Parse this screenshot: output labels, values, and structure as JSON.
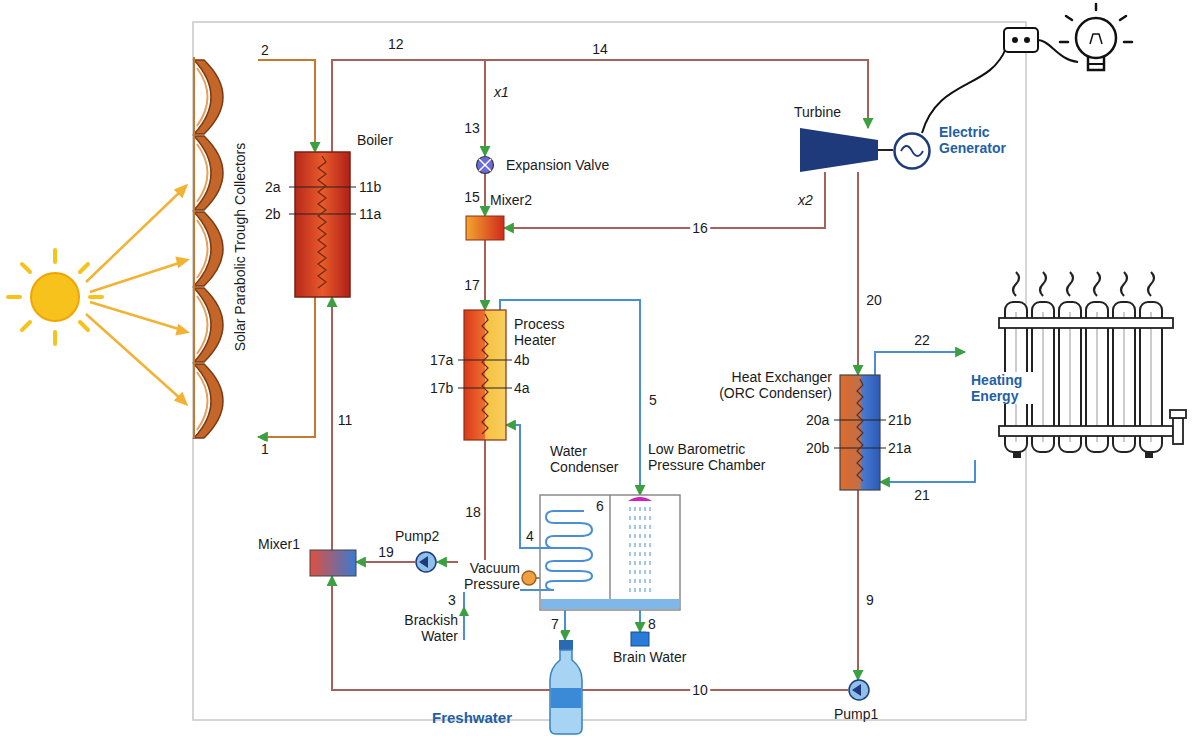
{
  "diagram": {
    "nodes": [
      {
        "text": [
          "Solar Parabolic Trough Collectors"
        ]
      },
      {
        "text": [
          "Boiler",
          "2a",
          "11b",
          "2b",
          "11a"
        ]
      },
      {
        "text": [
          "Expansion Valve"
        ]
      },
      {
        "text": [
          "Mixer2"
        ]
      },
      {
        "text": [
          "Turbine"
        ]
      },
      {
        "text": [
          "Electric Generator"
        ]
      },
      {
        "text": [
          "Process Heater",
          "17a",
          "4b",
          "17b",
          "4a"
        ]
      },
      {
        "text": [
          "Heat Exchanger (ORC Condenser)",
          "20a",
          "21b",
          "20b",
          "21a"
        ]
      },
      {
        "text": [
          "Heating Energy"
        ]
      },
      {
        "text": [
          "Water Condenser",
          "Low Barometric Pressure Chamber",
          "6"
        ]
      },
      {
        "text": [
          "Pump2"
        ]
      },
      {
        "text": [
          "Mixer1"
        ]
      },
      {
        "text": [
          "Brain Water"
        ]
      },
      {
        "text": [
          "Freshwater"
        ]
      },
      {
        "text": [
          "Pump1"
        ]
      }
    ],
    "edges": [
      {
        "from": 0,
        "to": 1,
        "label": "2",
        "arrow": "to"
      },
      {
        "from": 1,
        "to": 0,
        "label": "1",
        "arrow": "to"
      },
      {
        "from": 1,
        "to": 2,
        "label": "13",
        "arrow": "to"
      },
      {
        "from": 1,
        "to": 4,
        "label": "14",
        "arrow": "to"
      },
      {
        "from": 2,
        "to": 3,
        "label": "15",
        "arrow": "to"
      },
      {
        "from": 4,
        "to": 3,
        "label": "16",
        "arrow": "to"
      },
      {
        "from": 3,
        "to": 6,
        "label": "17",
        "arrow": "to"
      },
      {
        "from": 6,
        "to": 10,
        "label": "18",
        "arrow": "to"
      },
      {
        "from": 10,
        "to": 11,
        "label": "19",
        "arrow": "to"
      },
      {
        "from": 11,
        "to": 1,
        "label": "11",
        "arrow": "to"
      },
      {
        "from": 4,
        "to": 7,
        "label": "20",
        "arrow": "to"
      },
      {
        "from": 7,
        "to": 14,
        "label": "9",
        "arrow": "to"
      },
      {
        "from": 14,
        "to": 11,
        "label": "10",
        "arrow": "to"
      },
      {
        "from": 7,
        "to": 8,
        "label": "22",
        "arrow": "to"
      },
      {
        "from": 8,
        "to": 7,
        "label": "21",
        "arrow": "to"
      },
      {
        "from": 9,
        "to": 6,
        "label": "4",
        "arrow": "to"
      },
      {
        "from": 6,
        "to": 9,
        "label": "5",
        "arrow": "to"
      },
      {
        "from": 9,
        "to": 13,
        "label": "7",
        "arrow": "to"
      },
      {
        "from": 9,
        "to": 12,
        "label": "8",
        "arrow": "to"
      },
      {
        "from": 4,
        "to": 5,
        "arrow": "none"
      }
    ],
    "labels": [
      "12",
      "x1",
      "x2",
      "Vacuum Pressure",
      "3",
      "Brackish Water"
    ]
  }
}
